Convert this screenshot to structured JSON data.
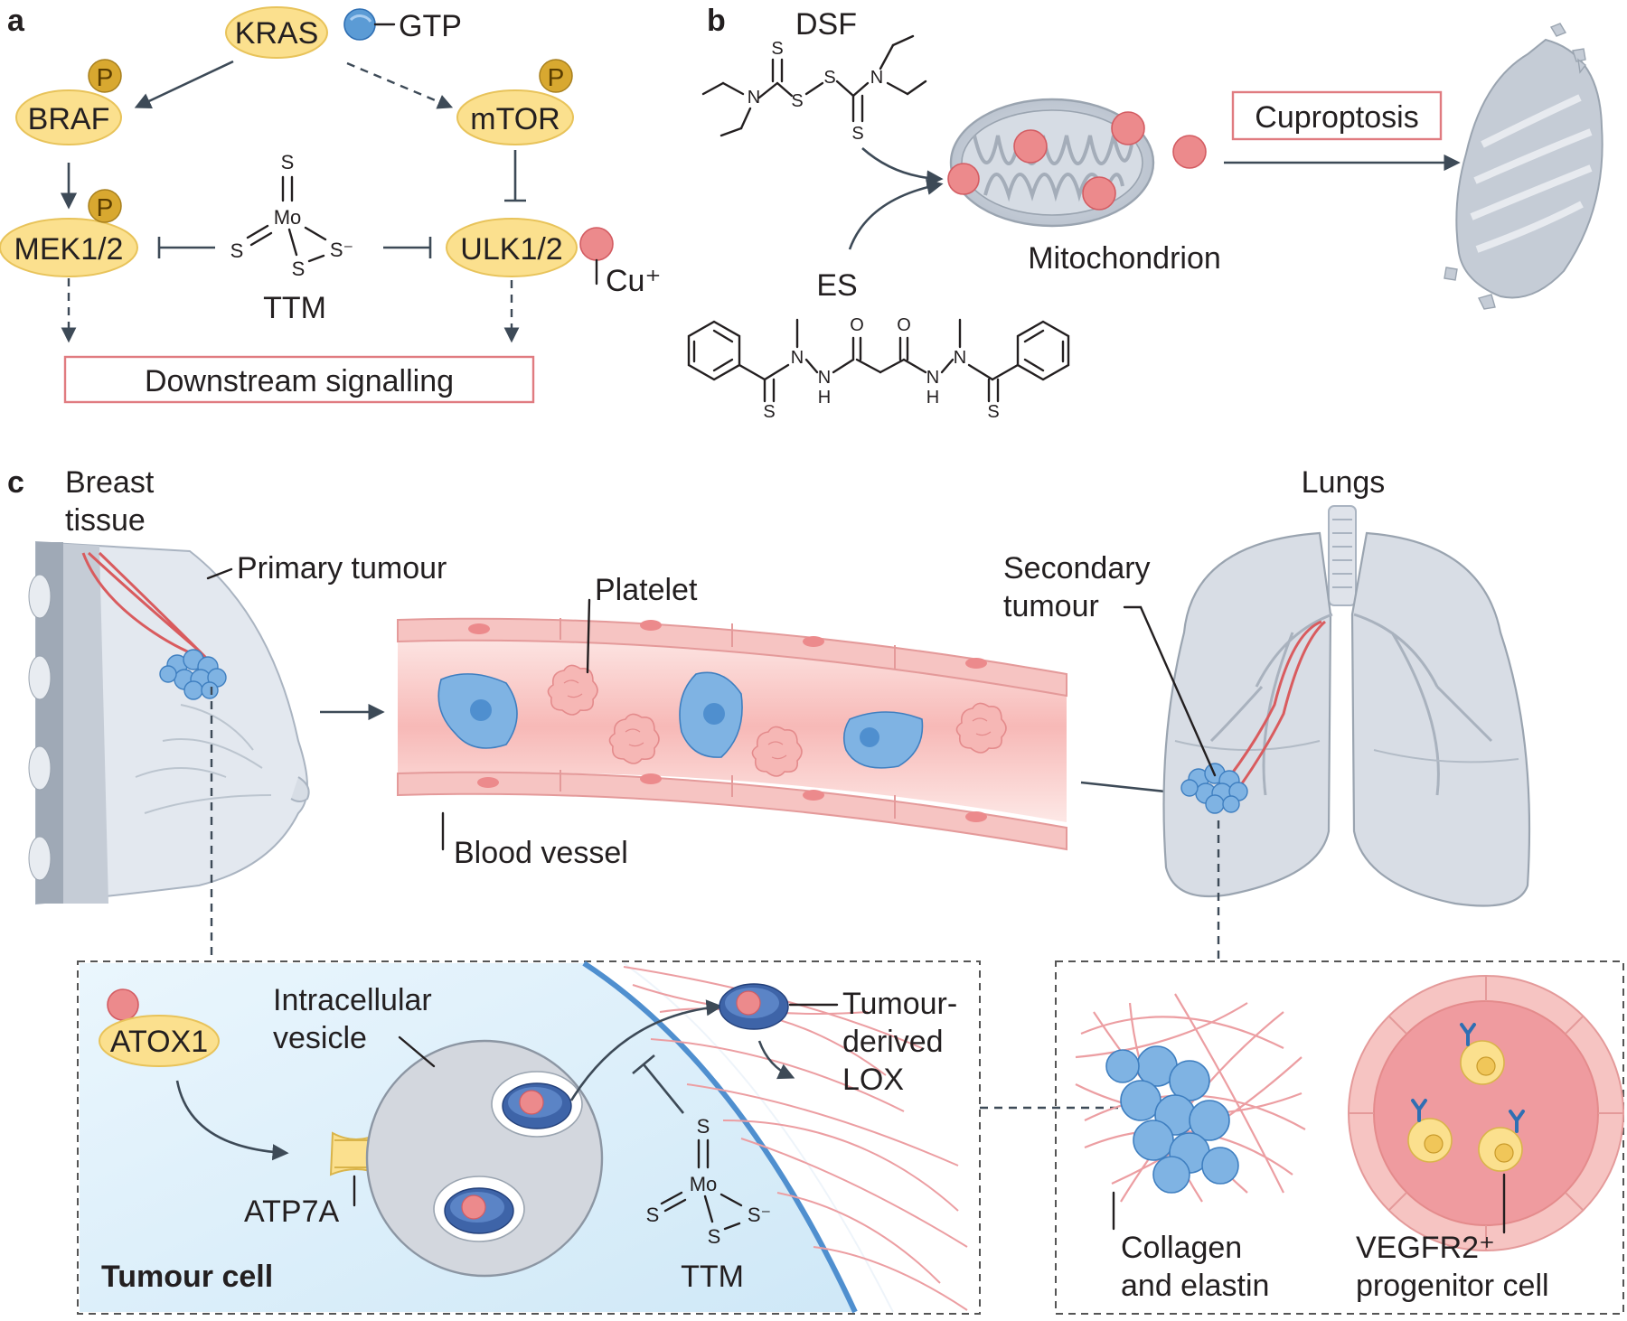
{
  "panels": {
    "a": "a",
    "b": "b",
    "c": "c"
  },
  "panel_a": {
    "kras": "KRAS",
    "gtp": "GTP",
    "braf": "BRAF",
    "mtor": "mTOR",
    "mek": "MEK1/2",
    "ulk": "ULK1/2",
    "p": "P",
    "cu": "Cu⁺",
    "ttm": "TTM",
    "downstream": "Downstream signalling",
    "mo": "Mo",
    "s": "S",
    "s_minus": "S⁻"
  },
  "panel_b": {
    "dsf": "DSF",
    "es": "ES",
    "mitochondrion": "Mitochondrion",
    "cuproptosis": "Cuproptosis",
    "s": "S",
    "n": "N",
    "o": "O",
    "h": "H"
  },
  "panel_c": {
    "breast_tissue_1": "Breast",
    "breast_tissue_2": "tissue",
    "primary_tumour": "Primary tumour",
    "platelet": "Platelet",
    "blood_vessel": "Blood vessel",
    "lungs": "Lungs",
    "secondary_tumour_1": "Secondary",
    "secondary_tumour_2": "tumour",
    "atox1": "ATOX1",
    "intracellular_vesicle_1": "Intracellular",
    "intracellular_vesicle_2": "vesicle",
    "tumour_derived_lox_1": "Tumour-",
    "tumour_derived_lox_2": "derived",
    "tumour_derived_lox_3": "LOX",
    "atp7a": "ATP7A",
    "tumour_cell": "Tumour cell",
    "ttm": "TTM",
    "collagen_1": "Collagen",
    "collagen_2": "and elastin",
    "vegfr2_1": "VEGFR2⁺",
    "vegfr2_2": "progenitor cell",
    "mo": "Mo",
    "s": "S",
    "s_minus": "S⁻"
  },
  "colors": {
    "protein_oval": "#fbe08e",
    "copper": "#ec8a8c",
    "gtp": "#5b9bd5",
    "phospho": "#d8a830",
    "highlight_box": "#e07b80",
    "arrow": "#3d4a57",
    "tumour_cells": "#7fb3e3",
    "vessel": "#f6c4c2",
    "cell_inset_bg": "#dbeef9",
    "mito": "#c5ccd6"
  },
  "icons": [
    "gtp-circle",
    "phospho-circle",
    "copper-ion",
    "mitochondrion",
    "damaged-mitochondrion",
    "breast-illustration",
    "blood-vessel",
    "lungs-illustration",
    "platelet",
    "tumour-cell",
    "vesicle",
    "atp7a-transporter",
    "collagen-fibres",
    "progenitor-cell"
  ]
}
